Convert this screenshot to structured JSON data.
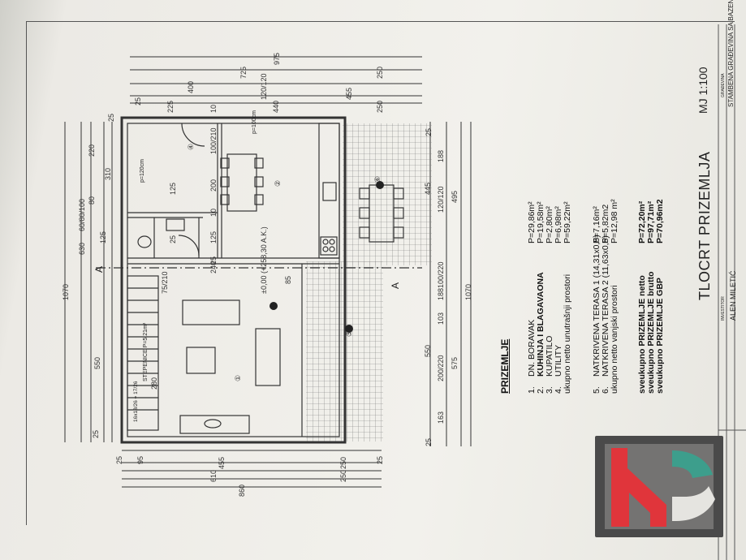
{
  "sheet": {
    "title": "TLOCRT PRIZEMLJA",
    "scale": "MJ 1:100",
    "investitor_label": "INVESTITOR",
    "gradjevina_label": "GRAĐEVINA",
    "gradjevina_value": "STAMBENA GRAĐEVINA SA BAZENOM",
    "investor_name_partial": "ALEN MILETIĆ"
  },
  "legend": {
    "heading": "PRIZEMLJE",
    "rooms": [
      {
        "num": "1.",
        "name": "DN. BORAVAK",
        "area": "P=29,86m²"
      },
      {
        "num": "2.",
        "name": "KUHINJA I BLAGAVAONA",
        "area": "P=19,58m²"
      },
      {
        "num": "3.",
        "name": "KUPATILO",
        "area": "P=2,80m²"
      },
      {
        "num": "4.",
        "name": "UTILITY",
        "area": "P=6,98m²"
      }
    ],
    "net_interior": {
      "label": "ukupno netto unutrašnji prostori",
      "area": "P=59,22m²"
    },
    "terraces": [
      {
        "num": "5.",
        "name": "NATKRIVENA TERASA 1 (14,31x0,5)",
        "area": "P=7,16m²"
      },
      {
        "num": "6.",
        "name": "NATKRIVENA TERASA 2 (11,63x0,5)",
        "area": "P=5,82m2"
      }
    ],
    "net_exterior": {
      "label": "ukupno netto vanjski prostori",
      "area": "P=12,98 m²"
    },
    "totals": [
      {
        "label": "sveukupno PRIZEMLJE netto",
        "area": "P=72,20m²"
      },
      {
        "label": "sveukupno PRIZEMLJE brutto",
        "area": "P=97,71m²"
      },
      {
        "label": "sveukupno PRIZEMLJE GBP",
        "area": "P=70,96m2"
      }
    ]
  },
  "plan": {
    "level_label": "±0,00 (+258,30 A.K.)",
    "section_marks": [
      "A",
      "A"
    ],
    "stairs_label": "STEPENICE P=5,21m²",
    "stair_dims": "16x18/26 = 17/26",
    "door_labels": [
      "100/210",
      "75/210",
      "60/80/100",
      "p=120cm",
      "p=100cm",
      "100/220",
      "120/120",
      "200/220"
    ],
    "room_numbers": [
      "①",
      "②",
      "③",
      "④",
      "⑤",
      "⑥"
    ]
  },
  "dims": {
    "top_chain": [
      "975",
      "725",
      "250",
      "400",
      "120/120",
      "440",
      "225",
      "10",
      "455",
      "250",
      "25"
    ],
    "left_chain": [
      "1070",
      "630",
      "550",
      "60/80/100",
      "220",
      "310",
      "125",
      "25",
      "25",
      "80"
    ],
    "bottom_chain": [
      "25",
      "163",
      "200/220",
      "575",
      "550",
      "103",
      "188",
      "100/220",
      "495",
      "445",
      "120/120",
      "188",
      "1070",
      "25"
    ],
    "right_chain": [
      "860",
      "610",
      "250",
      "250",
      "455",
      "95",
      "25",
      "25"
    ],
    "interior": [
      "240",
      "85",
      "200",
      "10",
      "280",
      "125",
      "25",
      "125",
      "25"
    ]
  },
  "colors": {
    "paper": "#f2f1ec",
    "ink": "#333333",
    "logo_red": "#e0353b",
    "logo_teal": "#3d9e8c",
    "logo_gray": "#4a4a4a"
  }
}
